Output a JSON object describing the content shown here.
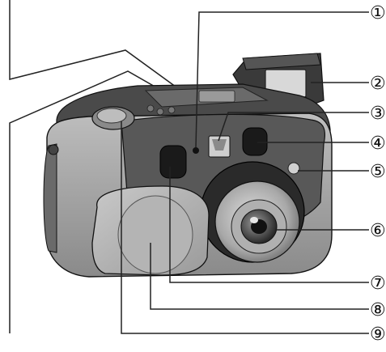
{
  "diagram": {
    "callouts": [
      {
        "number": "1",
        "text": "①"
      },
      {
        "number": "2",
        "text": "②"
      },
      {
        "number": "3",
        "text": "③"
      },
      {
        "number": "4",
        "text": "④"
      },
      {
        "number": "5",
        "text": "⑤"
      },
      {
        "number": "6",
        "text": "⑥"
      },
      {
        "number": "7",
        "text": "⑦"
      },
      {
        "number": "8",
        "text": "⑧"
      },
      {
        "number": "9",
        "text": "⑨"
      }
    ]
  }
}
